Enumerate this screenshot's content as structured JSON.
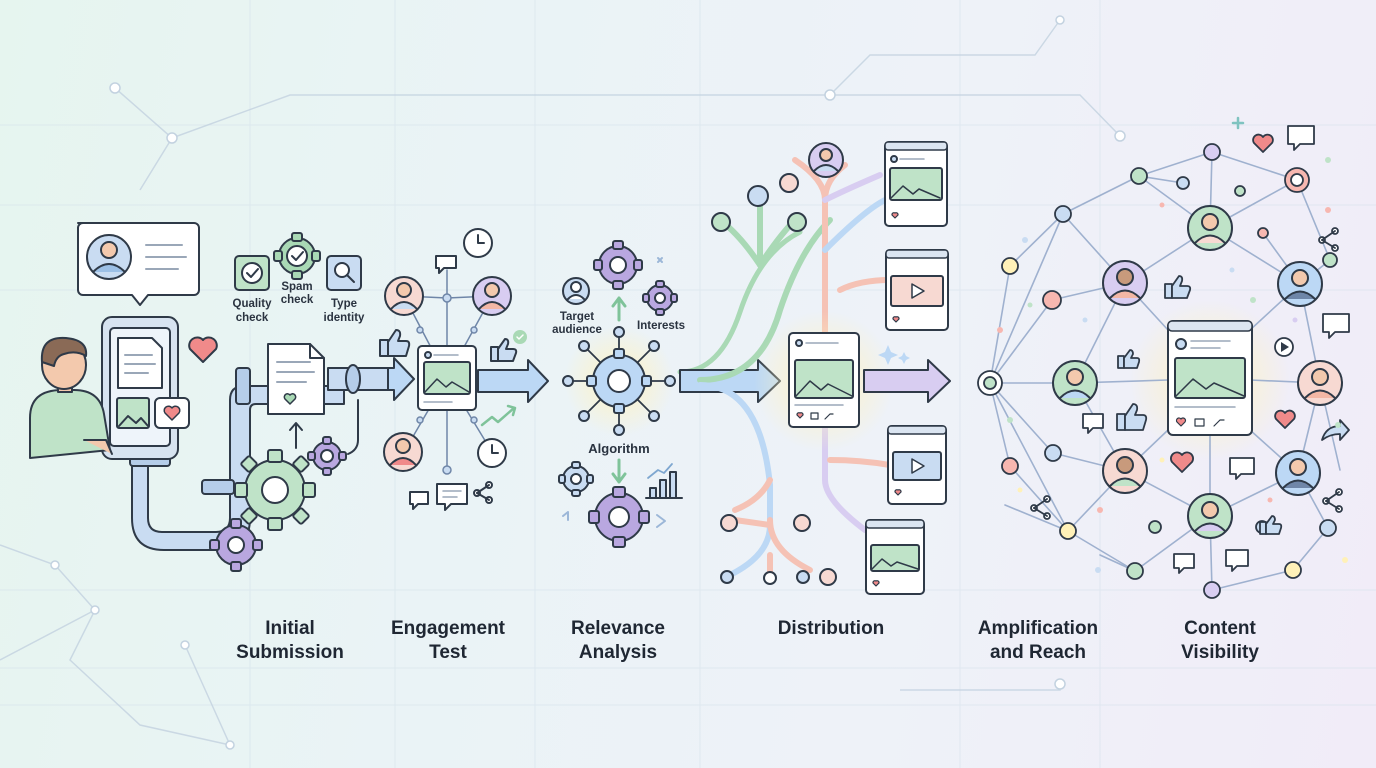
{
  "stages": [
    {
      "line1": "Initial",
      "line2": "Submission"
    },
    {
      "line1": "Engagement",
      "line2": "Test"
    },
    {
      "line1": "Relevance",
      "line2": "Analysis"
    },
    {
      "line1": "Distribution",
      "line2": ""
    },
    {
      "line1": "Amplification",
      "line2": "and Reach"
    },
    {
      "line1": "Content",
      "line2": "Visibility"
    }
  ],
  "checks": {
    "quality_1": "Quality",
    "quality_2": "check",
    "spam_1": "Spam",
    "spam_2": "check",
    "type_1": "Type",
    "type_2": "identity"
  },
  "relevance": {
    "target_1": "Target",
    "target_2": "audience",
    "interests": "Interests",
    "algorithm": "Algorithm"
  },
  "colors": {
    "outline": "#2f3a48",
    "pipe": "#c9dcf2",
    "gear_purple": "#b9a7e0",
    "gear_green": "#bfe3c8",
    "accent_blue": "#bcd8f5",
    "accent_green": "#a9d9b5",
    "heart": "#f08a8a",
    "arrow": "#b7d3ef",
    "arrow_purple": "#cdb8ec",
    "glow": "#fff1b8"
  }
}
